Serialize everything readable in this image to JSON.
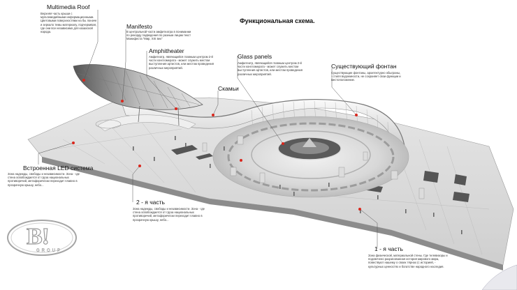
{
  "title": "Функциональная схема.",
  "callouts": {
    "multimedia_roof": {
      "title": "Multimedia Roof",
      "text": "Верхняя часть крыши с мультимедийными информационными. Цветовыми поверхностями на бы лоначе и зеркало темы материалу, подчеркивая, где они все независимо для казахской народа."
    },
    "manifesto": {
      "title": "Manifesto",
      "text": "В центральной части амфитеатра в понимании по рекорду подведения по разным лицам текст Манифеста \"Мир, XXI век\""
    },
    "amphitheater": {
      "title": "Amphitheater",
      "text": "Амфитеатр, являющийся главным центром 2-й части конгломерата - может служить местом выступления артистов, или местом проведения различных мероприятий."
    },
    "glass_panels": {
      "title": "Glass panels",
      "text": "Амфитеатр, являющийся главным центром 2-й части конгломерата - может служить местом выступления артистов, или местом проведения различных мероприятий."
    },
    "benches": {
      "title": "Скамьи"
    },
    "fountain": {
      "title": "Существующий фонтан",
      "text": "Существующие фонтаны, архитектурно обыграны, - стиля водоемности, не сохраняет свои функции и местоположение."
    },
    "led_system": {
      "title": "Встроенная LED система",
      "text": "Зона надежды, свободы и независимости. Зона - где стена освобождается от груза национальных противоречий, метафорически переходит плавно в прозрачную крышу, небо..."
    },
    "part2": {
      "title": "2 - я часть",
      "text": "Зона надежды, свободы и независимости. Зона - где стена освобождается от груза национальных противоречий, метафорически переходит плавно в прозрачную крышу, небо..."
    },
    "part1": {
      "title": "1 - я часть",
      "text": "Зона физической, материальной стены. Где телевизоры и подсвечено разрисованная история мирового мира, повествуют нашему о своих тёрнах (с историей, - культурных ценностях и богатстве народного наследия."
    }
  },
  "logo": {
    "mark": "B!",
    "sub": "GROUP"
  }
}
